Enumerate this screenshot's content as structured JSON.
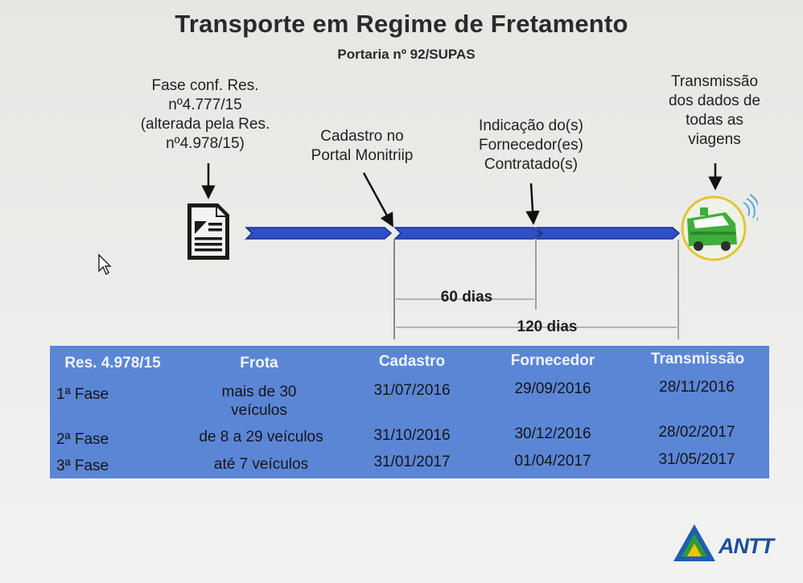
{
  "slide": {
    "title": "Transporte em Regime de Fretamento",
    "subtitle": "Portaria nº 92/SUPAS"
  },
  "timeline": {
    "milestones": [
      {
        "lines": [
          "Fase conf. Res.",
          "nº4.777/15",
          "(alterada pela Res.",
          "nº4.978/15)"
        ],
        "icon": "document-icon"
      },
      {
        "lines": [
          "Cadastro no",
          "Portal Monitriip"
        ]
      },
      {
        "lines": [
          "Indicação do(s)",
          "Fornecedor(es)",
          "Contratado(s)"
        ]
      },
      {
        "lines": [
          "Transmissão",
          "dos dados de",
          "todas as",
          "viagens"
        ],
        "icon": "bus-icon"
      }
    ],
    "durations": [
      {
        "label": "60 dias",
        "days": 60
      },
      {
        "label": "120 dias",
        "days": 120
      }
    ],
    "colors": {
      "arrow": "#2f4fc9",
      "arrow_dark": "#1b2f8a"
    }
  },
  "table": {
    "headers": [
      "Res. 4.978/15",
      "Frota",
      "Cadastro",
      "Fornecedor",
      "Transmissão"
    ],
    "rows": [
      [
        "1ª Fase",
        "mais de 30 veículos",
        "31/07/2016",
        "29/09/2016",
        "28/11/2016"
      ],
      [
        "2ª Fase",
        "de 8 a 29 veículos",
        "31/10/2016",
        "30/12/2016",
        "28/02/2017"
      ],
      [
        "3ª Fase",
        "até 7 veículos",
        "31/01/2017",
        "01/04/2017",
        "31/05/2017"
      ]
    ],
    "colors": {
      "background": "#5b86d6",
      "header_text": "#f0f4ff"
    }
  },
  "logo": {
    "text": "ANTT"
  }
}
